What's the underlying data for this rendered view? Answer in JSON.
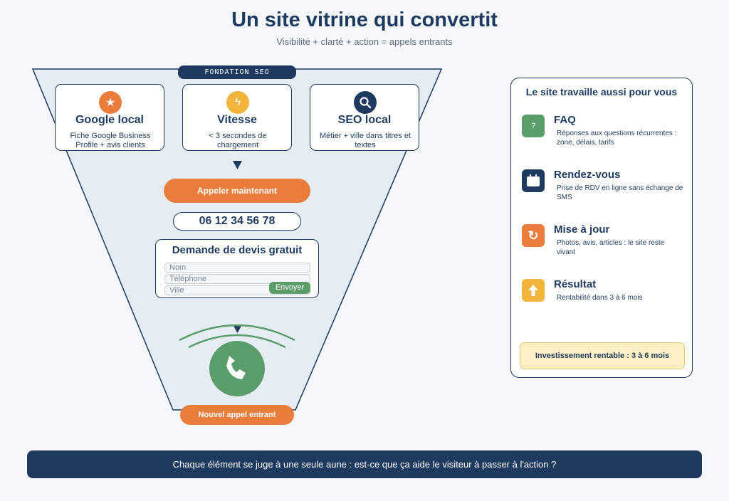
{
  "header": {
    "title": "Un site vitrine qui convertit",
    "subtitle": "Visibilité + clarté + action = appels entrants"
  },
  "funnel": {
    "badge": "FONDATION SEO",
    "cards": [
      {
        "title": "Google local",
        "desc": "Fiche Google Business Profile + avis clients",
        "icon": "star-icon",
        "color": "#ea7d3c",
        "glyph": "★"
      },
      {
        "title": "Vitesse",
        "desc": "< 3 secondes de chargement",
        "icon": "lightning-icon",
        "color": "#f3b43c",
        "glyph": "ϟ"
      },
      {
        "title": "SEO local",
        "desc": "Métier + ville dans titres et textes",
        "icon": "search-icon",
        "color": "#1e3a5f",
        "glyph": ""
      }
    ],
    "call_button": "Appeler maintenant",
    "phone": "06 12 34 56 78",
    "form": {
      "title": "Demande de devis gratuit",
      "fields": [
        "Nom",
        "Téléphone",
        "Ville"
      ],
      "send_label": "Envoyer"
    },
    "new_call_label": "Nouvel appel entrant"
  },
  "panel": {
    "title": "Le site travaille aussi pour vous",
    "features": [
      {
        "title": "FAQ",
        "desc": "Réponses aux questions récurrentes : zone, délais, tarifs",
        "icon": "question-icon",
        "color": "#5b9d6a",
        "glyph": "?"
      },
      {
        "title": "Rendez-vous",
        "desc": "Prise de RDV en ligne sans échange de SMS",
        "icon": "calendar-icon",
        "color": "#1e3a5f",
        "glyph": ""
      },
      {
        "title": "Mise à jour",
        "desc": "Photos, avis, articles : le site reste vivant",
        "icon": "refresh-icon",
        "color": "#ea7d3c",
        "glyph": "↻"
      },
      {
        "title": "Résultat",
        "desc": "Rentabilité dans 3 à 6 mois",
        "icon": "arrow-up-icon",
        "color": "#f3b43c",
        "glyph": ""
      }
    ],
    "investment": "Investissement rentable : 3 à 6 mois"
  },
  "footer": {
    "banner": "Chaque élément se juge à une seule aune : est-ce que ça aide le visiteur à passer à l'action ?"
  },
  "colors": {
    "navy": "#1e3a5f",
    "orange": "#ea7d3c",
    "green": "#5b9d6a",
    "yellow": "#f3b43c",
    "funnel_fill": "#e6ecf3"
  }
}
